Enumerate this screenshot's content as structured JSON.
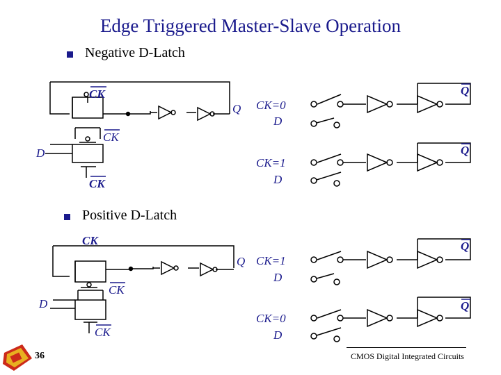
{
  "title": "Edge Triggered Master-Slave Operation",
  "bullets": {
    "negative": "Negative D-Latch",
    "positive": "Positive D-Latch"
  },
  "labels": {
    "ck": "CK",
    "d": "D",
    "q": "Q",
    "ck_eq_0": "CK=0",
    "ck_eq_1": "CK=1"
  },
  "footer": {
    "page_number": "36",
    "course": "CMOS Digital Integrated Circuits"
  },
  "colors": {
    "title": "#1a1a8c",
    "labels": "#1a1a8c",
    "wire": "#000000"
  }
}
